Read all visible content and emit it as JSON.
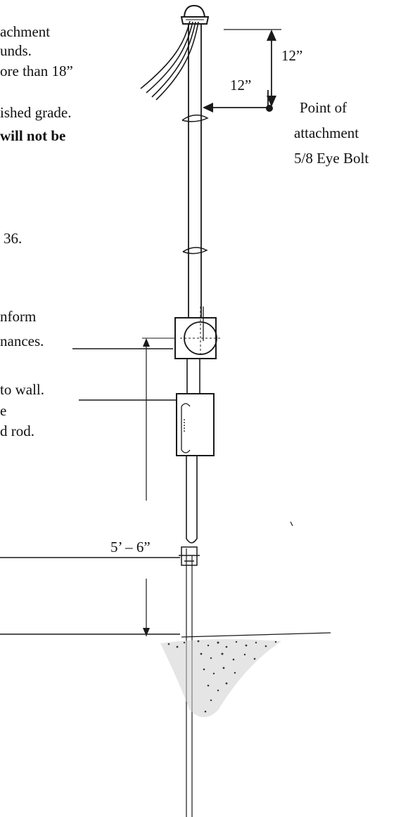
{
  "left_text": {
    "line1": "achment",
    "line2": "unds.",
    "line3": "ore than 18”",
    "line4": "ished grade.",
    "line5": "will not be",
    "line6": "36.",
    "line7": "nform",
    "line8": "nances.",
    "line9": "to wall.",
    "line10": "e",
    "line11": "d rod."
  },
  "dimensions": {
    "vertical_top": "12”",
    "horizontal_top": "12”",
    "meter_to_ground": "5’ – 6”"
  },
  "callout": {
    "line1": "Point of",
    "line2": "attachment",
    "line3": "5/8 Eye Bolt"
  }
}
